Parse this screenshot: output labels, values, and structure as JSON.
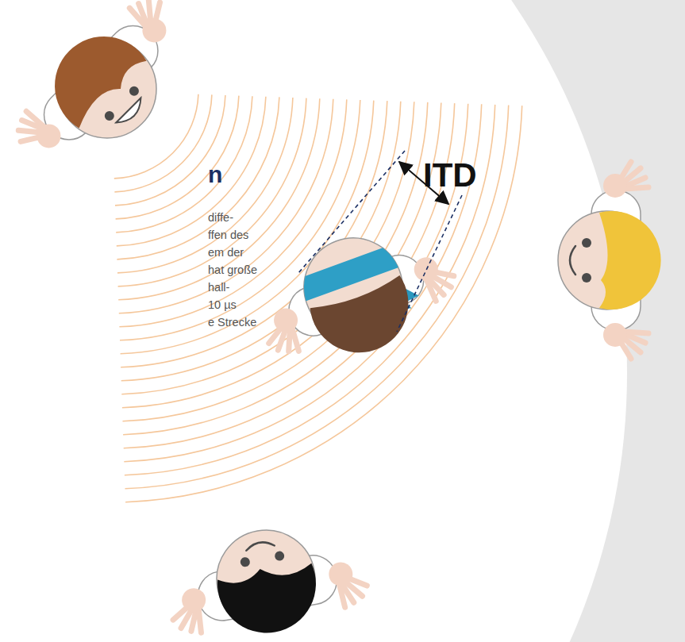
{
  "diagram": {
    "labels": [
      "ITD",
      "n",
      "diffe-",
      "ffen des",
      "em der",
      "hat große",
      "hall-",
      "10 µs",
      "e Strecke"
    ]
  }
}
